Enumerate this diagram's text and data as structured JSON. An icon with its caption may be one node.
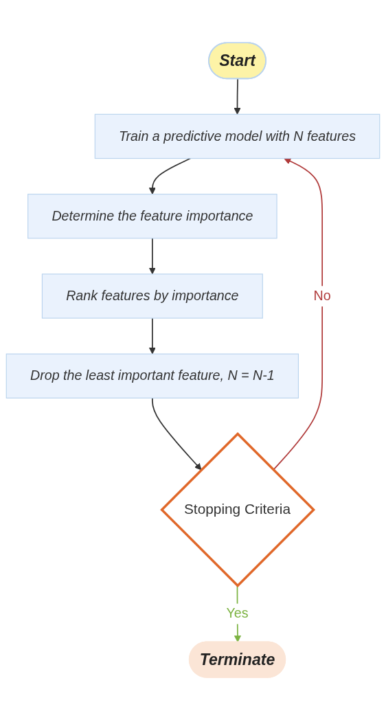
{
  "diagram": {
    "nodes": [
      {
        "text": [
          "Start"
        ]
      },
      {
        "text": [
          "Train a predictive model with N features"
        ]
      },
      {
        "text": [
          "Determine the feature importance"
        ]
      },
      {
        "text": [
          "Rank features by importance"
        ]
      },
      {
        "text": [
          "Drop the least important feature, N = N-1"
        ]
      },
      {
        "text": [
          "Stopping Criteria"
        ]
      },
      {
        "text": [
          "Terminate"
        ]
      }
    ],
    "edges": [
      {
        "from": 0,
        "to": 1,
        "arrow": "to"
      },
      {
        "from": 1,
        "to": 2,
        "arrow": "to"
      },
      {
        "from": 2,
        "to": 3,
        "arrow": "to"
      },
      {
        "from": 3,
        "to": 4,
        "arrow": "to"
      },
      {
        "from": 4,
        "to": 5,
        "arrow": "to"
      },
      {
        "from": 5,
        "to": 1,
        "arrow": "to",
        "label": "No",
        "color": "#b03a3a"
      },
      {
        "from": 5,
        "to": 6,
        "arrow": "to",
        "label": "Yes",
        "color": "#7cb342"
      }
    ]
  }
}
